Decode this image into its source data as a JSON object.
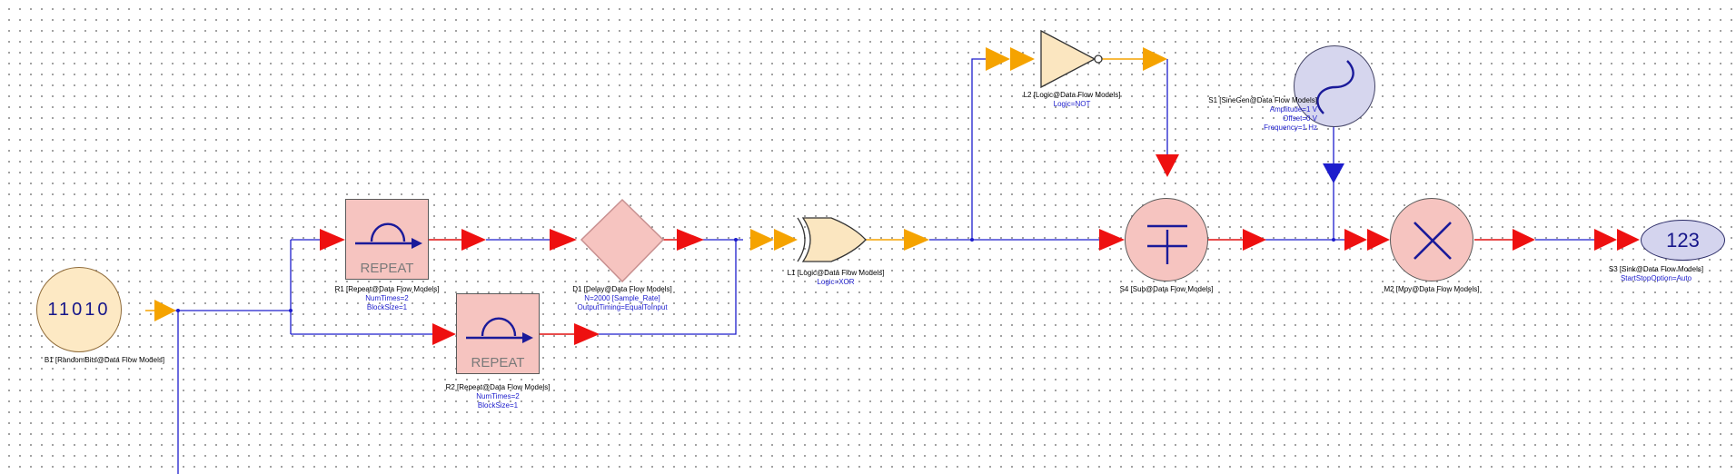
{
  "diagram": {
    "colors": {
      "wire": "#1d1dcc",
      "wire_red": "#e01010",
      "wire_orange": "#f5a300",
      "port_red": "#ee1010",
      "port_orange": "#f5a300"
    },
    "blocks": {
      "b1": {
        "display": "11010",
        "name": "B1 [RandomBits@Data Flow Models]"
      },
      "r1": {
        "display": "REPEAT",
        "name": "R1 [Repeat@Data Flow Models]",
        "params": [
          "NumTimes=2",
          "BlockSize=1"
        ]
      },
      "r2": {
        "display": "REPEAT",
        "name": "R2 [Repeat@Data Flow Models]",
        "params": [
          "NumTimes=2",
          "BlockSize=1"
        ]
      },
      "d1": {
        "name": "D1 [Delay@Data Flow Models]",
        "params": [
          "N=2000 [Sample_Rate]",
          "OutputTiming=EqualToInput"
        ]
      },
      "l1": {
        "name": "L1 [Logic@Data Flow Models]",
        "params": [
          "Logic=XOR"
        ]
      },
      "l2": {
        "name": "L2 [Logic@Data Flow Models]",
        "params": [
          "Logic=NOT"
        ]
      },
      "s1": {
        "name": "S1 [SineGen@Data Flow Models]",
        "params": [
          "Amplitude=1 V",
          "Offset=0 V",
          "Frequency=1 Hz"
        ]
      },
      "s4": {
        "name": "S4 [Sub@Data Flow Models]"
      },
      "m2": {
        "name": "M2 [Mpy@Data Flow Models]"
      },
      "s3": {
        "display": "123",
        "name": "S3 [Sink@Data Flow Models]",
        "params": [
          "StartStopOption=Auto"
        ]
      }
    }
  }
}
